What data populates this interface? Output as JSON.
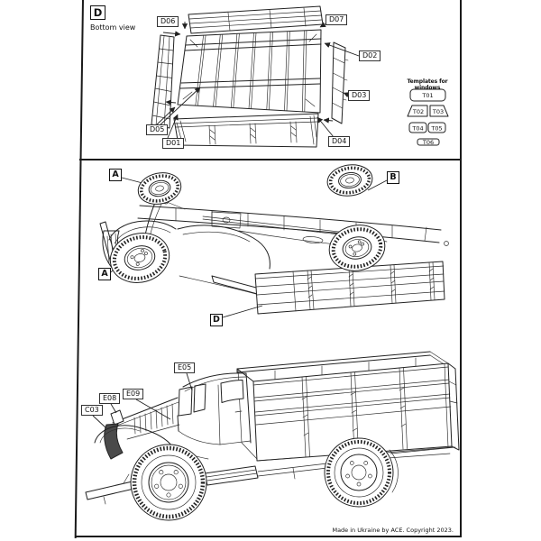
{
  "document": {
    "footer": "Made in Ukraine by ACE. Copyright 2023."
  },
  "bottom_view_section": {
    "step_letter": "D",
    "caption": "Bottom view",
    "part_labels": {
      "d06": "D06",
      "d07": "D07",
      "d02": "D02",
      "d03": "D03",
      "d05": "D05",
      "d01": "D01",
      "d04": "D04"
    },
    "templates": {
      "title": "Templates for windows",
      "items": {
        "t01": "T01",
        "t02": "T02",
        "t03": "T03",
        "t04": "T04",
        "t05": "T05",
        "t06": "T06"
      }
    }
  },
  "chassis_section": {
    "callouts": {
      "a_top": "A",
      "b": "B",
      "a_bottom": "A",
      "d": "D"
    }
  },
  "truck_section": {
    "part_labels": {
      "e05": "E05",
      "e09": "E09",
      "e08": "E08",
      "c03": "C03"
    }
  },
  "colors": {
    "line": "#222222",
    "page_border": "#1a1a1a",
    "grille_fill": "#4a4a4a"
  }
}
